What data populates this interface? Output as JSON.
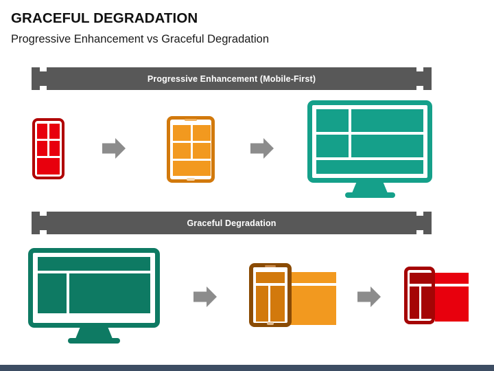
{
  "slide": {
    "title": "GRACEFUL DEGRADATION",
    "subtitle": "Progressive Enhancement vs Graceful Degradation"
  },
  "sections": [
    {
      "id": "progressive",
      "banner_label": "Progressive Enhancement (Mobile-First)",
      "direction": "small-to-large",
      "steps": [
        "phone",
        "tablet",
        "desktop"
      ]
    },
    {
      "id": "graceful",
      "banner_label": "Graceful Degradation",
      "direction": "large-to-small",
      "steps": [
        "desktop",
        "tablet",
        "phone"
      ]
    }
  ],
  "colors": {
    "banner": "#585858",
    "arrow": "#8c8c8c",
    "red_dark": "#b00000",
    "red_bright": "#e8000d",
    "red_deep": "#a50505",
    "orange_dark": "#8a4b04",
    "orange_mid": "#d2790c",
    "orange_bright": "#f2991f",
    "teal_bright": "#15a08a",
    "teal_dark": "#0e7a63",
    "teal_frame": "#0d6f5a",
    "footer": "#3d4d63",
    "white": "#ffffff"
  },
  "devices": {
    "phone_small": {
      "label": "mobile phone",
      "layout": "two-by-two-plus-bar"
    },
    "tablet_medium": {
      "label": "tablet",
      "layout": "two-by-two-plus-bar"
    },
    "desktop_large": {
      "label": "desktop monitor",
      "layout": "grid-plus-footer-bar"
    },
    "desktop_degraded": {
      "label": "desktop monitor",
      "layout": "header-sidebar-main"
    },
    "tablet_degraded": {
      "label": "tablet with overflowing content",
      "layout": "header-sidebar-main-overflow"
    },
    "phone_degraded": {
      "label": "phone with overflowing content",
      "layout": "header-sidebar-main-overflow"
    }
  },
  "icons": {
    "arrow": "arrow-right-icon",
    "phone": "smartphone-icon",
    "tablet": "tablet-icon",
    "monitor": "desktop-monitor-icon"
  }
}
